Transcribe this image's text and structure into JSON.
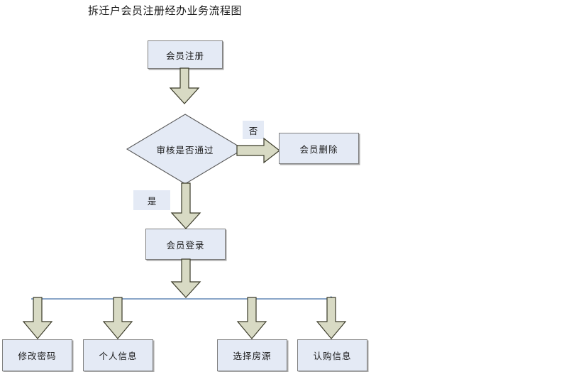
{
  "page": {
    "title": "拆迁户会员注册经办业务流程图",
    "background": "#ffffff"
  },
  "style": {
    "node_fill": "#E4EAF5",
    "node_stroke": "#808080",
    "arrow_fill": "#D8DAC4",
    "arrow_stroke": "#3a3a28",
    "connector_line": "#4472A8",
    "text_color": "#1a1a1a"
  },
  "nodes": {
    "register": {
      "label": "会员注册"
    },
    "decision": {
      "label": "审核是否通过"
    },
    "delete": {
      "label": "会员删除"
    },
    "login": {
      "label": "会员登录"
    },
    "change_password": {
      "label": "修改密码"
    },
    "personal_info": {
      "label": "个人信息"
    },
    "select_house": {
      "label": "选择房源"
    },
    "purchase_info": {
      "label": "认购信息"
    }
  },
  "edge_labels": {
    "no": "否",
    "yes": "是"
  },
  "icons": {
    "arrow_down": "down-block-arrow-icon",
    "arrow_right": "right-block-arrow-icon",
    "connector": "horizontal-connector-line-icon"
  }
}
